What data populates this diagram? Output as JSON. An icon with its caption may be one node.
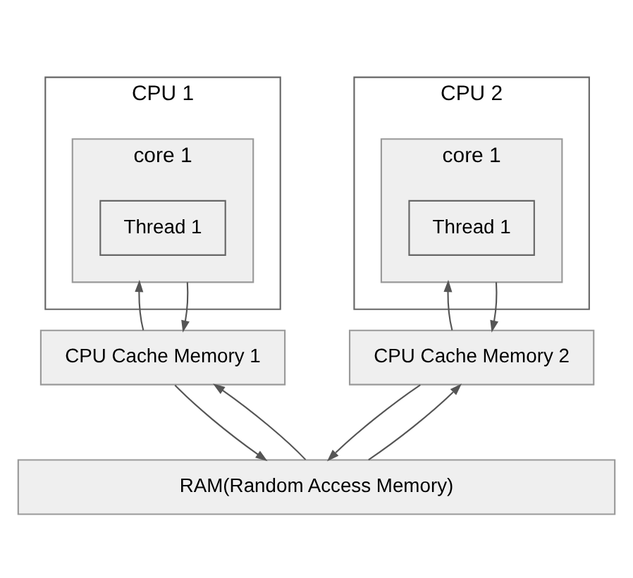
{
  "diagram": {
    "nodes": [
      {
        "text": [
          "CPU 1"
        ]
      },
      {
        "text": [
          "core 1"
        ],
        "in": 0
      },
      {
        "text": [
          "Thread 1"
        ],
        "in": 1
      },
      {
        "text": [
          "CPU 2"
        ]
      },
      {
        "text": [
          "core 1"
        ],
        "in": 3
      },
      {
        "text": [
          "Thread 1"
        ],
        "in": 4
      },
      {
        "text": [
          "CPU Cache Memory 1"
        ]
      },
      {
        "text": [
          "CPU Cache Memory 2"
        ]
      },
      {
        "text": [
          "RAM(Random Access Memory)"
        ]
      }
    ],
    "edges": [
      {
        "from": 6,
        "to": 1,
        "arrow": "to"
      },
      {
        "from": 1,
        "to": 6,
        "arrow": "to"
      },
      {
        "from": 8,
        "to": 6,
        "arrow": "to"
      },
      {
        "from": 6,
        "to": 8,
        "arrow": "to"
      },
      {
        "from": 7,
        "to": 4,
        "arrow": "to"
      },
      {
        "from": 4,
        "to": 7,
        "arrow": "to"
      },
      {
        "from": 8,
        "to": 7,
        "arrow": "to"
      },
      {
        "from": 7,
        "to": 8,
        "arrow": "to"
      }
    ]
  }
}
